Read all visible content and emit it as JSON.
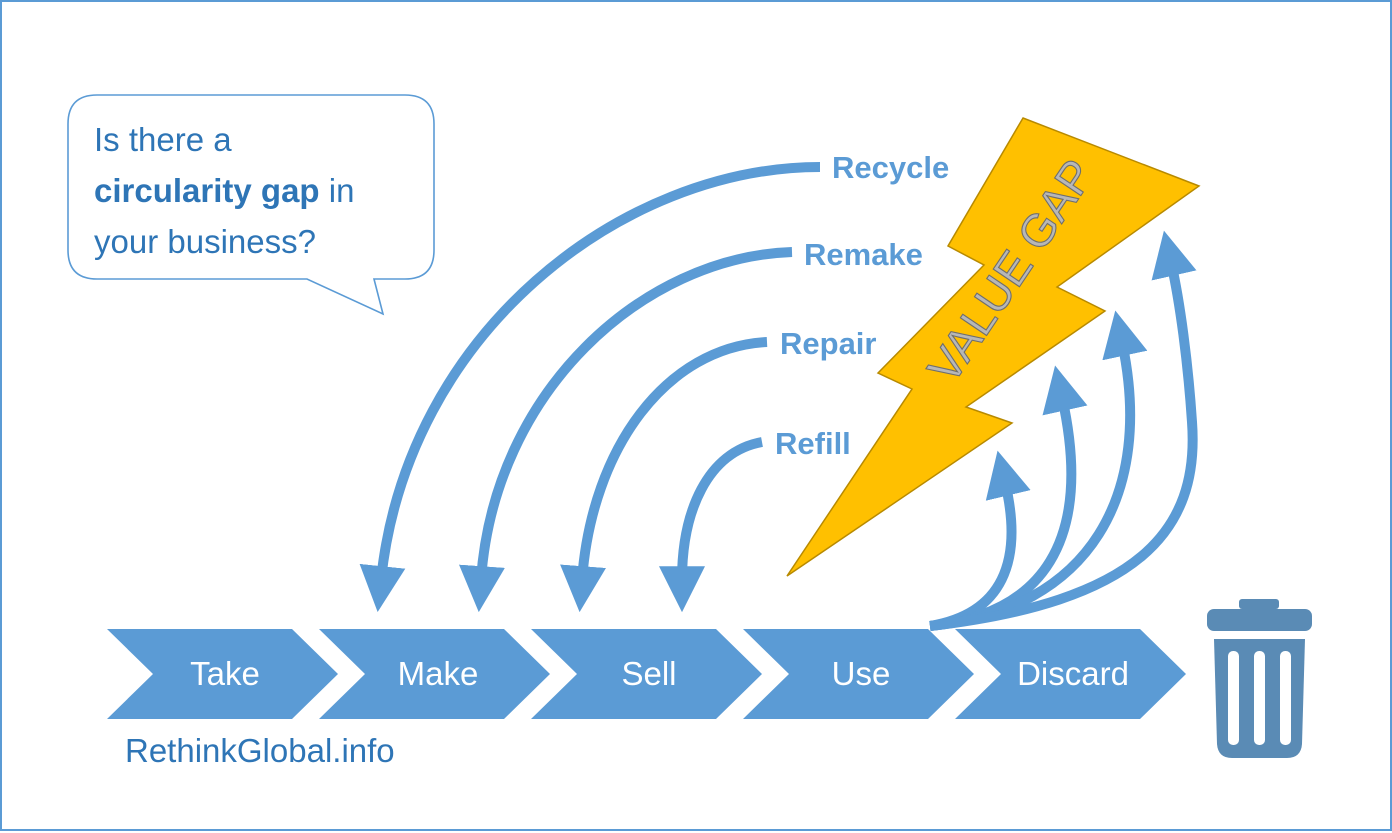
{
  "bubble": {
    "line1": "Is there a",
    "highlight": "circularity gap",
    "after_highlight": " in",
    "line3": "your business?"
  },
  "loops": [
    "Recycle",
    "Remake",
    "Repair",
    "Refill"
  ],
  "value_gap": "VALUE GAP",
  "steps": [
    "Take",
    "Make",
    "Sell",
    "Use",
    "Discard"
  ],
  "credit": "RethinkGlobal.info",
  "trash_icon": "trash-can-icon",
  "colors": {
    "blue": "#5B9BD5",
    "dark_blue": "#2E75B6",
    "bolt": "#FFC000",
    "trash": "#5A8BB5",
    "border": "#5B9BD5"
  }
}
